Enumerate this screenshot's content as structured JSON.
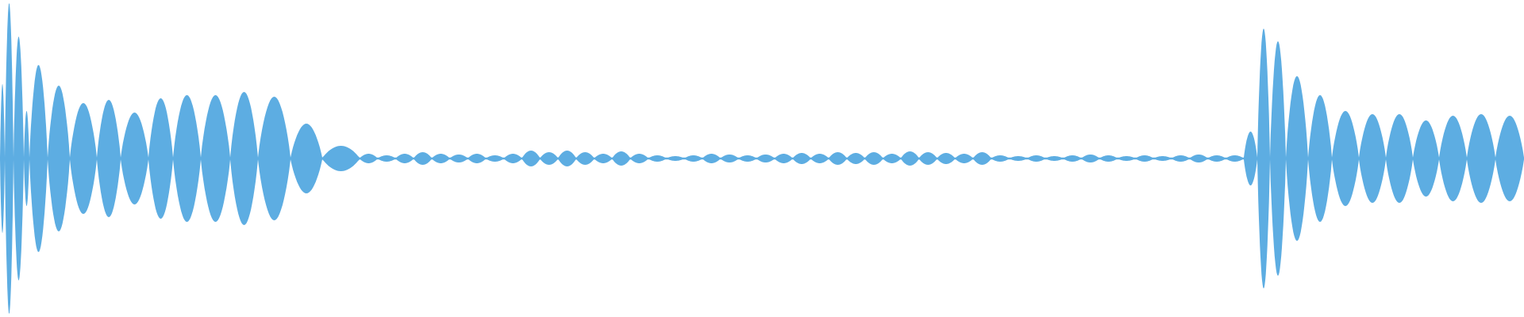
{
  "chart_data": {
    "type": "area",
    "title": "",
    "xlabel": "",
    "ylabel": "",
    "ylim": [
      -1,
      1
    ],
    "grid": false,
    "legend": "none",
    "color": "#5dade2",
    "mirrored": true,
    "envelope_peaks": [
      0.47,
      0.98,
      0.77,
      0.3,
      0.59,
      0.46,
      0.35,
      0.37,
      0.29,
      0.38,
      0.4,
      0.4,
      0.42,
      0.39,
      0.22,
      0.08,
      0.03,
      0.02,
      0.03,
      0.04,
      0.03,
      0.025,
      0.03,
      0.02,
      0.03,
      0.05,
      0.04,
      0.05,
      0.04,
      0.03,
      0.045,
      0.03,
      0.02,
      0.015,
      0.02,
      0.03,
      0.025,
      0.02,
      0.025,
      0.03,
      0.035,
      0.03,
      0.04,
      0.035,
      0.04,
      0.03,
      0.045,
      0.04,
      0.035,
      0.03,
      0.04,
      0.02,
      0.015,
      0.02,
      0.015,
      0.02,
      0.025,
      0.02,
      0.015,
      0.02,
      0.015,
      0.02,
      0.025,
      0.02,
      0.02,
      0.17,
      0.82,
      0.74,
      0.52,
      0.4,
      0.3,
      0.28,
      0.28,
      0.24,
      0.27,
      0.28,
      0.27
    ]
  }
}
